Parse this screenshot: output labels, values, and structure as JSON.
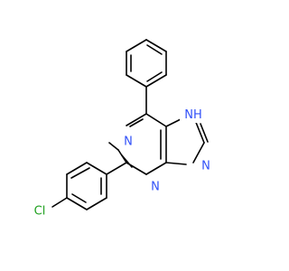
{
  "molecule": {
    "atoms": {
      "n_upper": {
        "label": "N",
        "color": "#3050F8"
      },
      "n_lower": {
        "label": "N",
        "color": "#3050F8"
      },
      "n_imidazole_right": {
        "label": "N",
        "color": "#3050F8"
      },
      "nh": {
        "label": "H",
        "color": "#3050F8",
        "prefix": "N"
      },
      "cl": {
        "label": "Cl",
        "color": "#1FA01F"
      }
    },
    "bond_color": "#000000"
  }
}
